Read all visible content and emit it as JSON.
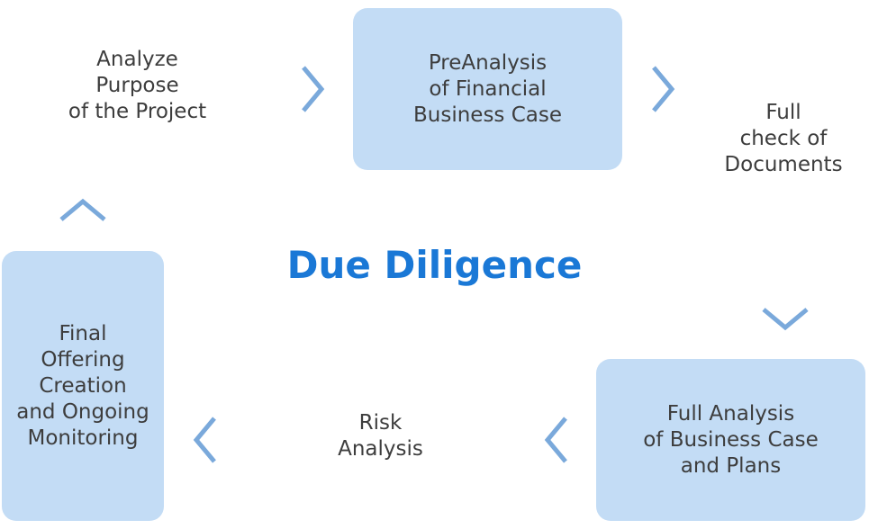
{
  "title": "Due Diligence",
  "steps": [
    {
      "label": "Analyze\nPurpose\nof the Project",
      "boxed": false
    },
    {
      "label": "PreAnalysis\nof Financial\nBusiness Case",
      "boxed": true
    },
    {
      "label": "Full\ncheck of\nDocuments",
      "boxed": false
    },
    {
      "label": "Full Analysis\nof Business Case\nand Plans",
      "boxed": true
    },
    {
      "label": "Risk\nAnalysis",
      "boxed": false
    },
    {
      "label": "Final\nOffering\nCreation\nand Ongoing\nMonitoring",
      "boxed": true
    }
  ],
  "colors": {
    "title": "#1a78d6",
    "box_fill": "#c3dcf5",
    "arrow": "#7aa9db",
    "text": "#3d3d3d"
  },
  "arrows": [
    {
      "name": "chevron-right-icon",
      "from": 0,
      "to": 1
    },
    {
      "name": "chevron-right-icon",
      "from": 1,
      "to": 2
    },
    {
      "name": "chevron-down-icon",
      "from": 2,
      "to": 3
    },
    {
      "name": "chevron-left-icon",
      "from": 3,
      "to": 4
    },
    {
      "name": "chevron-left-icon",
      "from": 4,
      "to": 5
    },
    {
      "name": "chevron-up-icon",
      "from": 5,
      "to": 0
    }
  ]
}
